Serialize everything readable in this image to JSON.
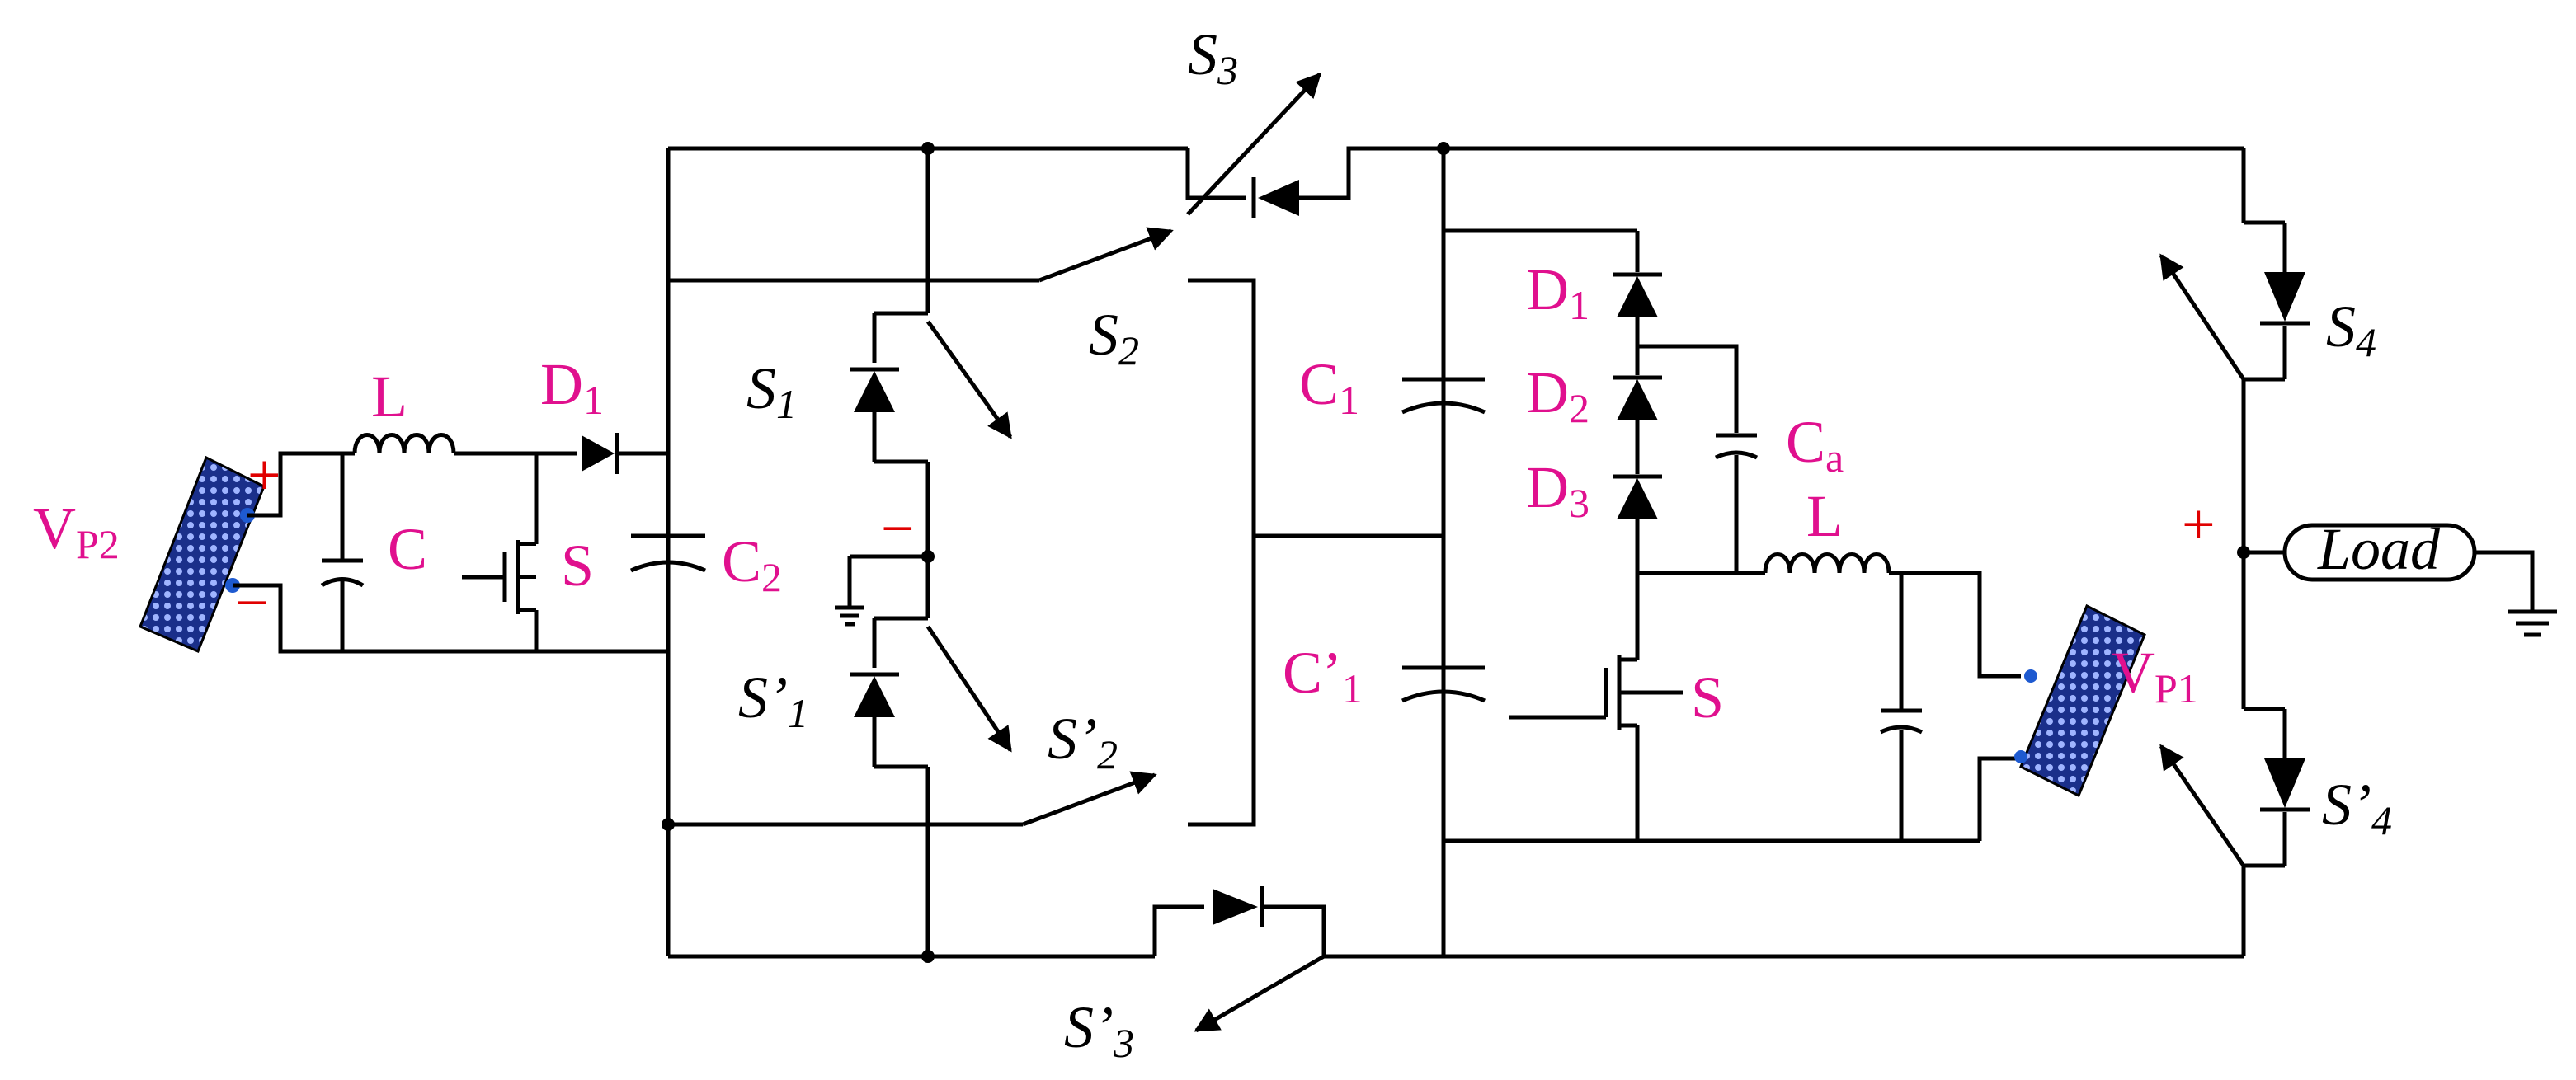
{
  "colors": {
    "wire": "#000000",
    "label": "#e0108e",
    "panel": "#1a2f8a",
    "terminal": "#1e5ad0",
    "plus": "#e00000"
  },
  "labels": {
    "vp2": "V",
    "vp2_sub": "P2",
    "vp1": "V",
    "vp1_sub": "P1",
    "l_left": "L",
    "c_left": "C",
    "d1_left": "D",
    "d1_left_sub": "1",
    "s_left": "S",
    "c2": "C",
    "c2_sub": "2",
    "s1": "S",
    "s1_sub": "1",
    "s1p": "S’",
    "s1p_sub": "1",
    "s2": "S",
    "s2_sub": "2",
    "s2p": "S’",
    "s2p_sub": "2",
    "s3": "S",
    "s3_sub": "3",
    "s3p": "S’",
    "s3p_sub": "3",
    "s4": "S",
    "s4_sub": "4",
    "s4p": "S’",
    "s4p_sub": "4",
    "c1": "C",
    "c1_sub": "1",
    "c1p": "C’",
    "c1p_sub": "1",
    "d1": "D",
    "d1_sub": "1",
    "d2": "D",
    "d2_sub": "2",
    "d3": "D",
    "d3_sub": "3",
    "ca": "C",
    "ca_sub": "a",
    "l_right": "L",
    "s_right": "S",
    "load": "Load",
    "plus": "+",
    "minus": "−"
  },
  "icons": [
    "pv-panel-icon",
    "diode-icon",
    "inductor-icon",
    "capacitor-icon",
    "mosfet-icon",
    "switch-icon",
    "ground-icon",
    "load-icon"
  ]
}
